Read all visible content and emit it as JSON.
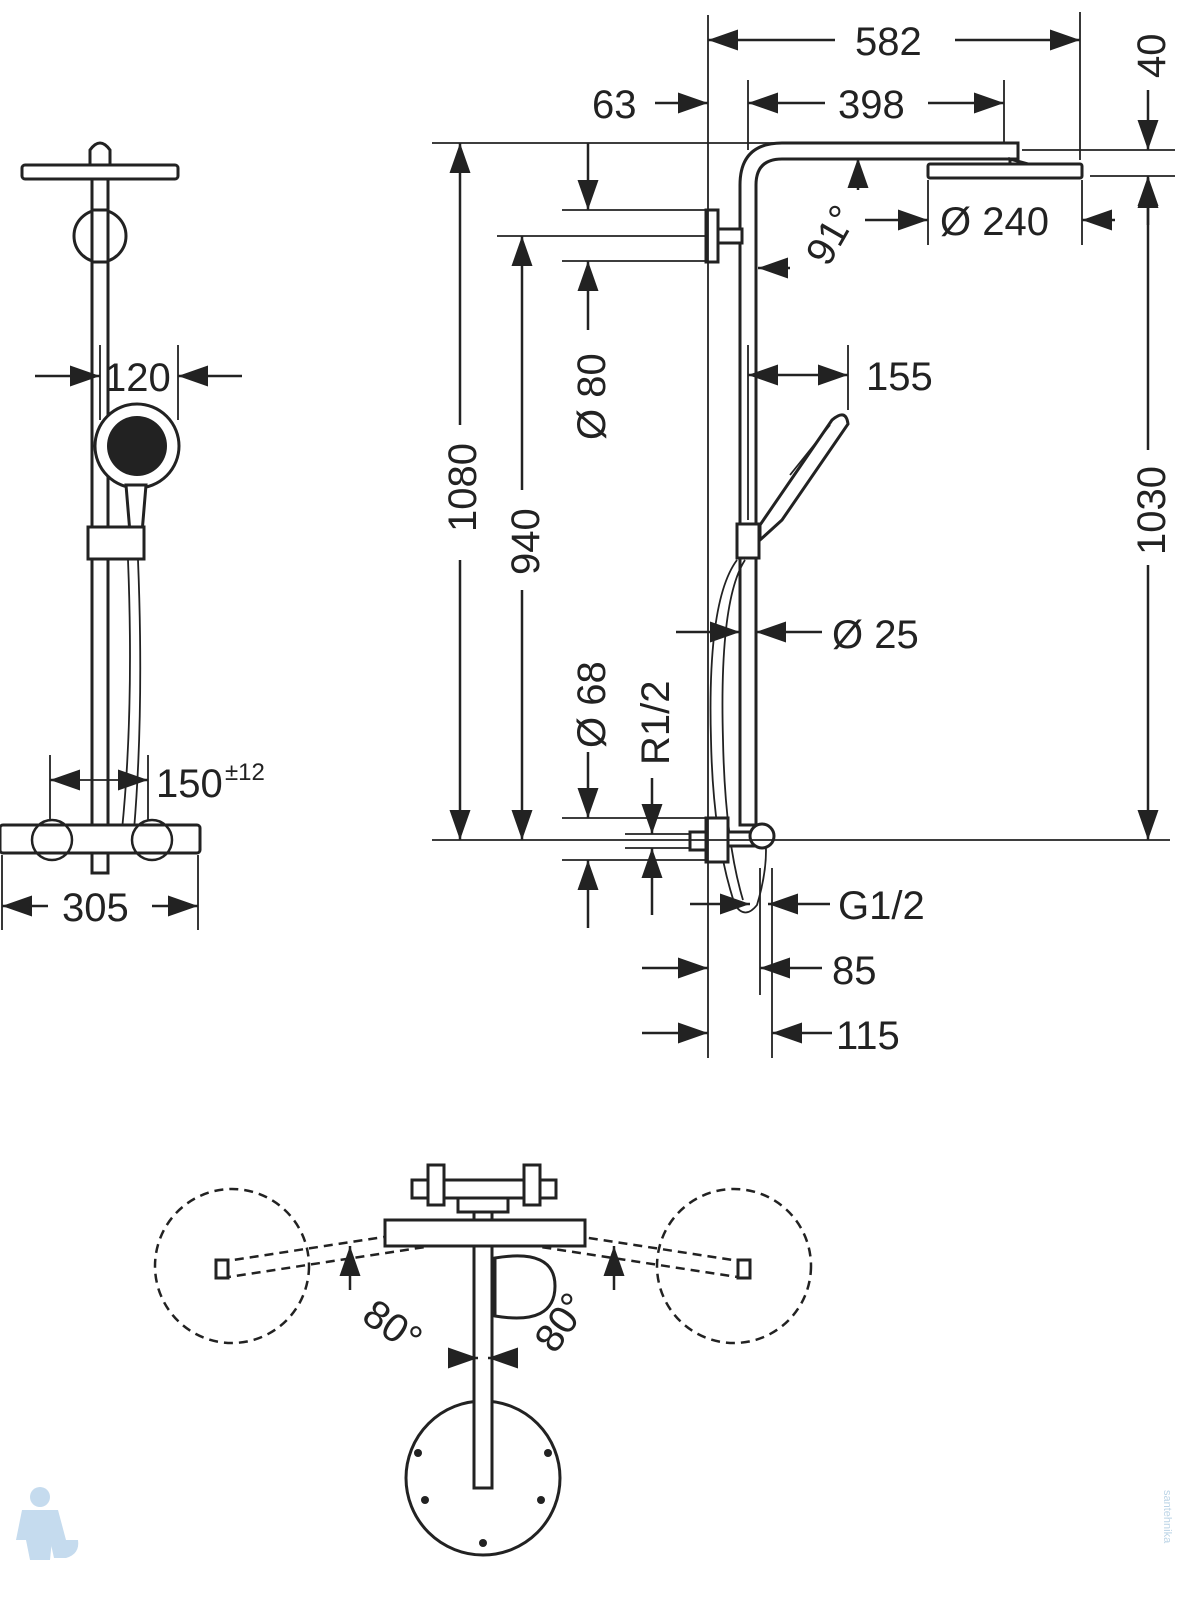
{
  "side_view": {
    "width_head": "120",
    "offset": "150",
    "offset_tol": "±12",
    "total_width": "305"
  },
  "front_view": {
    "arm_total": "582",
    "height_head_offset": "40",
    "wall_offset": "63",
    "arm_length": "398",
    "angle": "91°",
    "head_diameter": "Ø 240",
    "mount_diameter": "Ø 80",
    "hand_shower_offset": "155",
    "height_total": "1080",
    "height_mount": "940",
    "height_head": "1030",
    "pipe_diameter": "Ø 25",
    "escutcheon_diameter": "Ø 68",
    "thread_in": "R1/2",
    "thread_out": "G1/2",
    "depth_min": "85",
    "depth_max": "115"
  },
  "top_view": {
    "angle_left": "80°",
    "angle_right": "80°"
  },
  "watermark": "santehnika"
}
